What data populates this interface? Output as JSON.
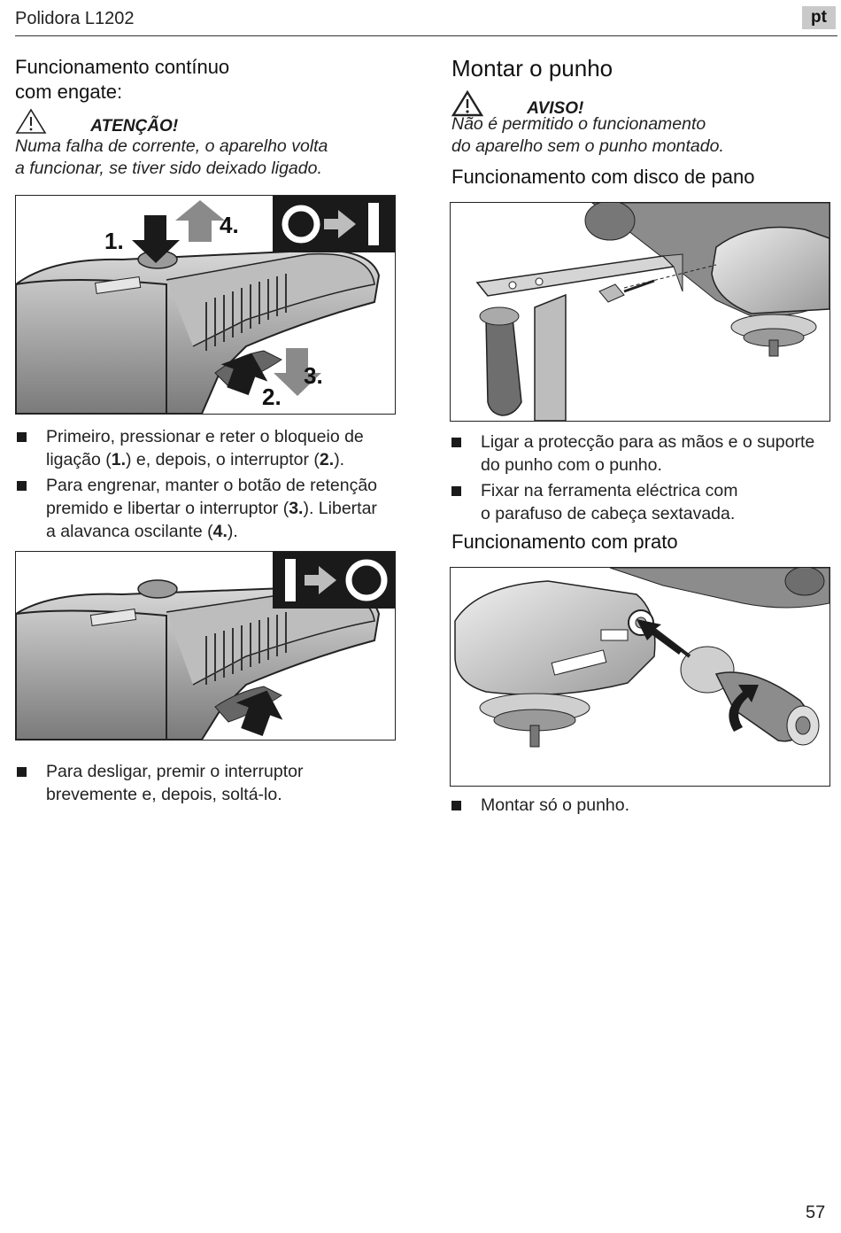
{
  "header": {
    "title": "Polidora L1202",
    "language_badge": "pt"
  },
  "left": {
    "heading_line1": "Funcionamento contínuo",
    "heading_line2": "com engate:",
    "warning_title": "ATENÇÃO!",
    "warning_line1": "Numa falha de corrente, o aparelho volta",
    "warning_line2": "a funcionar, se tiver sido deixado ligado.",
    "figure1_labels": [
      "1.",
      "2.",
      "3.",
      "4."
    ],
    "bullets_a": [
      {
        "pre1": "Primeiro, pressionar e reter o bloqueio de",
        "pre2": "ligação (",
        "b1": "1.",
        "mid": ") e, depois, o interruptor (",
        "b2": "2.",
        "post": ")."
      },
      {
        "pre1": "Para engrenar, manter o botão de retenção",
        "pre2": "premido e libertar o interruptor (",
        "b1": "3.",
        "mid": "). Libertar",
        "pre3": "a alavanca oscilante (",
        "b2": "4.",
        "post": ")."
      }
    ],
    "bullet_b_line1": "Para desligar, premir o interruptor",
    "bullet_b_line2": "brevemente e, depois, soltá-lo."
  },
  "right": {
    "heading": "Montar o punho",
    "warning_title": "AVISO!",
    "warning_line1": "Não é permitido o funcionamento",
    "warning_line2": "do aparelho sem o punho montado.",
    "subheading1": "Funcionamento com disco de pano",
    "bullets_a": [
      {
        "line1": "Ligar a protecção para as mãos e o suporte",
        "line2": "do punho com o punho."
      },
      {
        "line1": "Fixar na ferramenta eléctrica com",
        "line2": "o parafuso de cabeça sextavada."
      }
    ],
    "subheading2": "Funcionamento com prato",
    "bullet_b": "Montar só o punho."
  },
  "footer": {
    "page_number": "57"
  }
}
